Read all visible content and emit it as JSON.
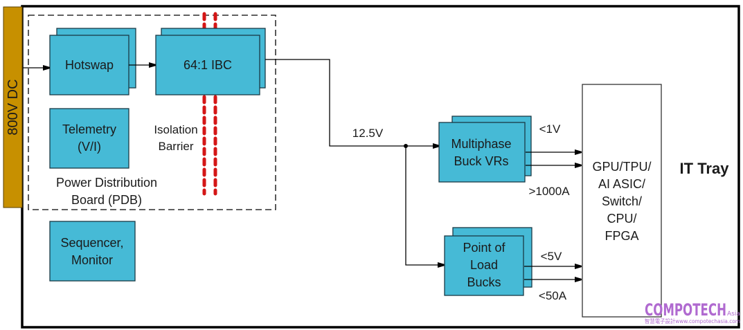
{
  "colors": {
    "block_fill": "#46bad6",
    "block_stroke": "#1a3a45",
    "rail_fill": "#c79000",
    "barrier": "#d41616",
    "watermark": "#b06ad0"
  },
  "rail": {
    "label": "800V DC"
  },
  "tray": {
    "label": "IT Tray"
  },
  "pdb": {
    "label_line1": "Power Distribution",
    "label_line2": "Board (PDB)"
  },
  "blocks": {
    "hotswap": {
      "label": "Hotswap"
    },
    "ibc": {
      "label": "64:1 IBC"
    },
    "telemetry": {
      "line1": "Telemetry",
      "line2": "(V/I)"
    },
    "sequencer": {
      "line1": "Sequencer,",
      "line2": "Monitor"
    },
    "multiphase": {
      "line1": "Multiphase",
      "line2": "Buck VRs"
    },
    "pol": {
      "line1": "Point of",
      "line2": "Load",
      "line3": "Bucks"
    },
    "load": {
      "line1": "GPU/TPU/",
      "line2": "AI ASIC/",
      "line3": "Switch/",
      "line4": "CPU/",
      "line5": "FPGA"
    }
  },
  "isolation": {
    "line1": "Isolation",
    "line2": "Barrier"
  },
  "bus_label": "12.5V",
  "multiphase_out": {
    "voltage": "<1V",
    "current": ">1000A"
  },
  "pol_out": {
    "voltage": "<5V",
    "current": "<50A"
  },
  "watermark": {
    "brand": "COMPOTECH",
    "suffix": "Asia",
    "sub": "智慧電子設計www.compotechasia.com"
  }
}
